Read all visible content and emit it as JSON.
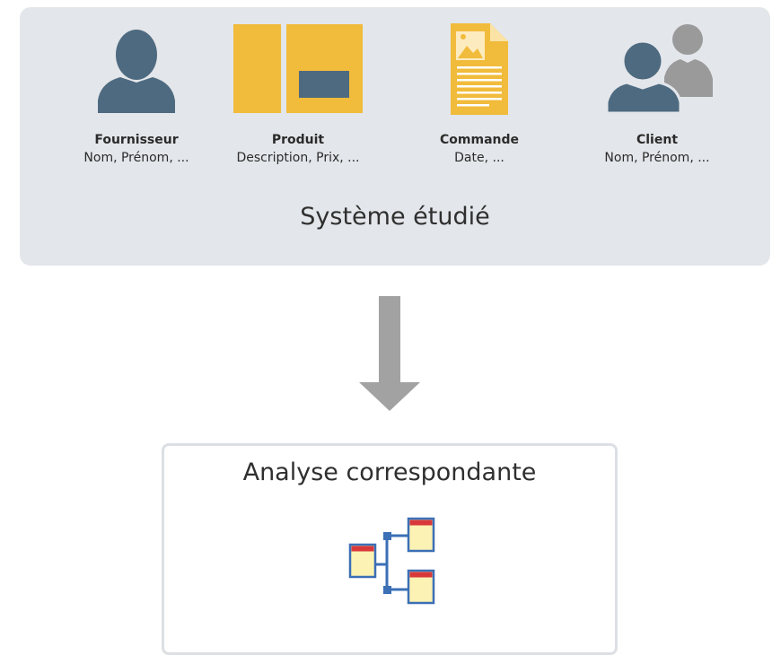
{
  "system": {
    "title": "Système étudié",
    "entities": [
      {
        "name": "Fournisseur",
        "attributes": "Nom, Prénom, ...",
        "icon": "person-icon"
      },
      {
        "name": "Produit",
        "attributes": "Description, Prix, ...",
        "icon": "product-box-icon"
      },
      {
        "name": "Commande",
        "attributes": "Date, ...",
        "icon": "document-icon"
      },
      {
        "name": "Client",
        "attributes": "Nom, Prénom, ...",
        "icon": "people-icon"
      }
    ]
  },
  "analysis": {
    "title": "Analyse correspondante",
    "icon": "database-schema-icon"
  },
  "colors": {
    "panel": "#e3e6ea",
    "slate": "#4e6a80",
    "yellow": "#f1bb3b",
    "gray": "#9a9a9a",
    "arrow": "#a2a2a2",
    "table_header": "#d9383a",
    "table_body": "#fbf2b3",
    "table_border": "#3b6fb6"
  }
}
